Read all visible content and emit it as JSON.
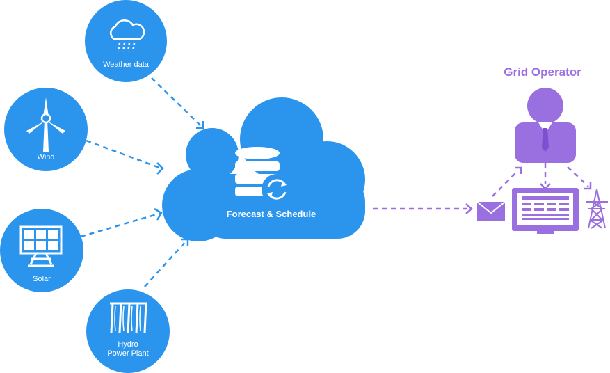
{
  "sources": [
    {
      "id": "weather",
      "label": "Weather data",
      "icon": "rain-cloud-icon"
    },
    {
      "id": "wind",
      "label": "Wind",
      "icon": "wind-turbine-icon"
    },
    {
      "id": "solar",
      "label": "Solar",
      "icon": "solar-panel-icon"
    },
    {
      "id": "hydro",
      "label_line1": "Hydro",
      "label_line2": "Power Plant",
      "icon": "hydro-dam-icon"
    }
  ],
  "hub": {
    "label": "Forecast & Schedule",
    "icon": "database-sync-icon"
  },
  "operator": {
    "title": "Grid Operator",
    "icons": [
      "operator-person-icon",
      "email-icon",
      "monitor-dashboard-icon",
      "power-tower-icon"
    ]
  },
  "colors": {
    "blue": "#2b95ee",
    "purple": "#9a6fe0",
    "white": "#ffffff"
  }
}
